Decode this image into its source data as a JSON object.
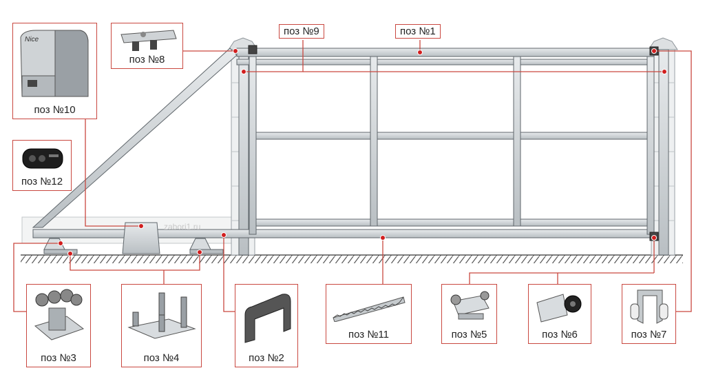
{
  "labels": {
    "p1": "поз №1",
    "p2": "поз №2",
    "p3": "поз №3",
    "p4": "поз №4",
    "p5": "поз №5",
    "p6": "поз №6",
    "p7": "поз №7",
    "p8": "поз №8",
    "p9": "поз №9",
    "p10": "поз №10",
    "p11": "поз №11",
    "p12": "поз №12"
  },
  "motor_brand": "Nice",
  "watermark": "zabori1.ru",
  "colors": {
    "callout": "#c9473f",
    "frame": "#c7cdd1",
    "frame_edge": "#5f666b",
    "ground": "#555555"
  }
}
